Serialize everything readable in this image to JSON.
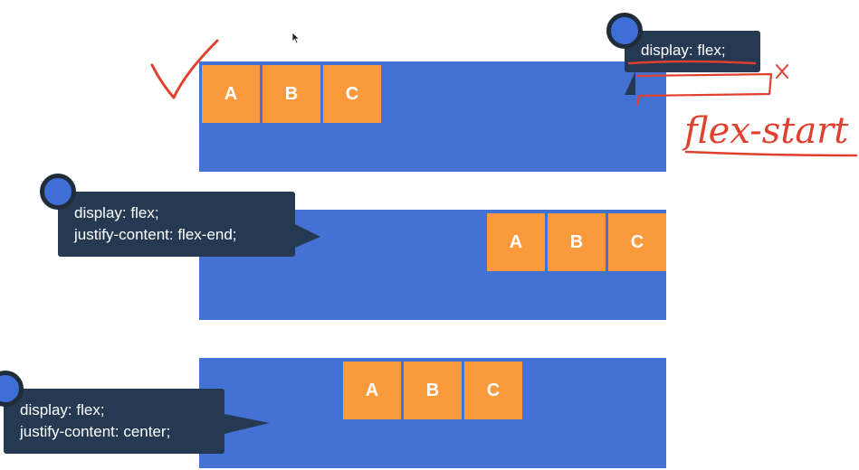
{
  "colors": {
    "container": "#4472d4",
    "box": "#fb9a3c",
    "tooltip": "#253a52",
    "dot_fill": "#3d6fd6",
    "dot_ring": "#1f2c3a",
    "ink": "#e0412f"
  },
  "examples": [
    {
      "justify": "flex-start",
      "items": [
        "A",
        "B",
        "C"
      ],
      "css_lines": [
        "display: flex;"
      ]
    },
    {
      "justify": "flex-end",
      "items": [
        "A",
        "B",
        "C"
      ],
      "css_lines": [
        "display: flex;",
        "justify-content: flex-end;"
      ]
    },
    {
      "justify": "center",
      "items": [
        "A",
        "B",
        "C"
      ],
      "css_lines": [
        "display: flex;",
        "justify-content: center;"
      ]
    }
  ],
  "annotations": {
    "handwritten": "flex-start",
    "cross_mark": "×"
  },
  "icons": {
    "cursor": "mouse-pointer-icon",
    "checkmark": "checkmark-icon"
  }
}
